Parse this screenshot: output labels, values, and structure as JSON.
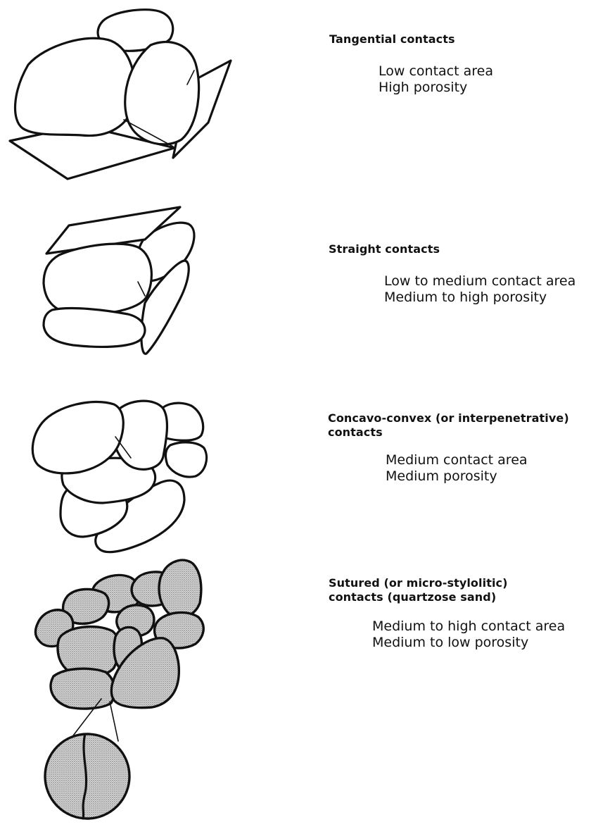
{
  "contacts": [
    {
      "heading": [
        "Tangential contacts"
      ],
      "contact_area": "Low contact area",
      "porosity": "High porosity"
    },
    {
      "heading": [
        "Straight contacts"
      ],
      "contact_area": "Low to medium contact area",
      "porosity": "Medium to high porosity"
    },
    {
      "heading": [
        "Concavo-convex (or interpenetrative)",
        "contacts"
      ],
      "contact_area": "Medium contact area",
      "porosity": "Medium porosity"
    },
    {
      "heading": [
        "Sutured (or micro-stylolitic)",
        "contacts (quartzose sand)"
      ],
      "contact_area": "Medium to high contact area",
      "porosity": "Medium to low porosity"
    }
  ],
  "colors": {
    "ink": "#111111",
    "grain_fill_stippled": "#c8c8c8",
    "background": "#ffffff"
  }
}
